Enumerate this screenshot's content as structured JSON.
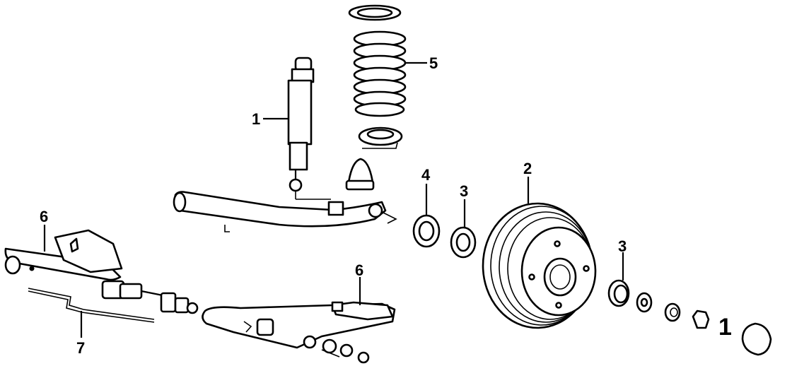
{
  "callouts": {
    "shock_absorber": "1",
    "brake_drum": "2",
    "inner_seal": "3",
    "outer_bearing": "3",
    "inner_bearing": "4",
    "coil_spring": "5",
    "control_arm_left": "6",
    "control_arm_right": "6",
    "stabilizer_bar": "7",
    "hub_cap": "1"
  },
  "colors": {
    "line": "#000000",
    "background": "#ffffff"
  }
}
